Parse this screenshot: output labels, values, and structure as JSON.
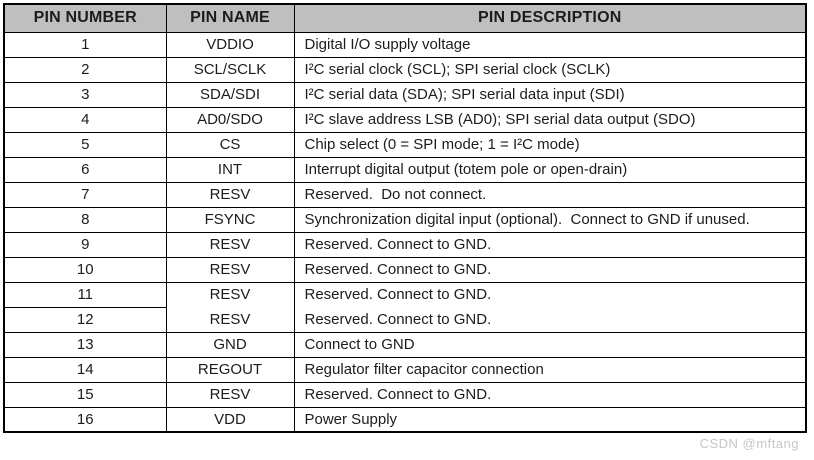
{
  "table": {
    "headers": [
      "PIN NUMBER",
      "PIN NAME",
      "PIN DESCRIPTION"
    ],
    "rows": [
      {
        "number": "1",
        "name": "VDDIO",
        "description": "Digital I/O supply voltage"
      },
      {
        "number": "2",
        "name": "SCL/SCLK",
        "description": "I²C serial clock (SCL); SPI serial clock (SCLK)"
      },
      {
        "number": "3",
        "name": "SDA/SDI",
        "description": "I²C serial data (SDA); SPI serial data input (SDI)"
      },
      {
        "number": "4",
        "name": "AD0/SDO",
        "description": "I²C slave address LSB (AD0); SPI serial data output (SDO)"
      },
      {
        "number": "5",
        "name": "CS",
        "description": "Chip select (0 = SPI mode; 1 = I²C mode)"
      },
      {
        "number": "6",
        "name": "INT",
        "description": "Interrupt digital output (totem pole or open-drain)"
      },
      {
        "number": "7",
        "name": "RESV",
        "description": "Reserved.  Do not connect."
      },
      {
        "number": "8",
        "name": "FSYNC",
        "description": "Synchronization digital input (optional).  Connect to GND if unused."
      },
      {
        "number": "9",
        "name": "RESV",
        "description": "Reserved. Connect to GND."
      },
      {
        "number": "10",
        "name": "RESV",
        "description": "Reserved. Connect to GND."
      },
      {
        "number": "11",
        "name": "RESV",
        "description": "Reserved. Connect to GND."
      },
      {
        "number": "12",
        "name": "RESV",
        "description": "Reserved. Connect to GND."
      },
      {
        "number": "13",
        "name": "GND",
        "description": "Connect to GND"
      },
      {
        "number": "14",
        "name": "REGOUT",
        "description": "Regulator filter capacitor connection"
      },
      {
        "number": "15",
        "name": "RESV",
        "description": "Reserved. Connect to GND."
      },
      {
        "number": "16",
        "name": "VDD",
        "description": "Power Supply"
      }
    ]
  },
  "watermark": "CSDN @mftang",
  "colors": {
    "header_bg": "#bfbfbf",
    "border": "#000000",
    "text": "#1c1c1c",
    "watermark": "#c6c6c6"
  }
}
